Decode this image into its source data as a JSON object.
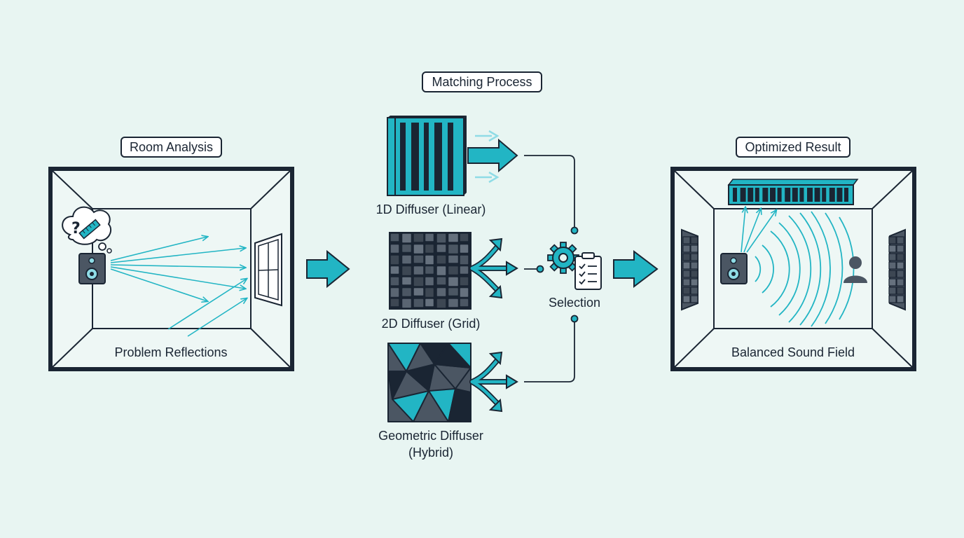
{
  "colors": {
    "background": "#e8f5f2",
    "ink": "#1a2533",
    "accent": "#22b5c4",
    "accent_light": "#8fdce6",
    "panel_gray": "#4b5663"
  },
  "stages": {
    "room_analysis": {
      "title": "Room Analysis",
      "caption": "Problem Reflections",
      "icons": [
        "speaker-icon",
        "thought-bubble-icon",
        "question-mark-icon",
        "ruler-icon",
        "window-icon"
      ]
    },
    "matching_process": {
      "title": "Matching Process",
      "diffusers": [
        {
          "label": "1D Diffuser (Linear)"
        },
        {
          "label": "2D Diffuser (Grid)"
        },
        {
          "label_line1": "Geometric Diffuser",
          "label_line2": "(Hybrid)"
        }
      ],
      "selection_label": "Selection",
      "icons": [
        "gear-icon",
        "clipboard-checklist-icon"
      ]
    },
    "optimized_result": {
      "title": "Optimized Result",
      "caption": "Balanced Sound Field",
      "icons": [
        "speaker-icon",
        "listener-icon",
        "ceiling-diffuser-icon",
        "wall-diffuser-icon"
      ]
    }
  }
}
